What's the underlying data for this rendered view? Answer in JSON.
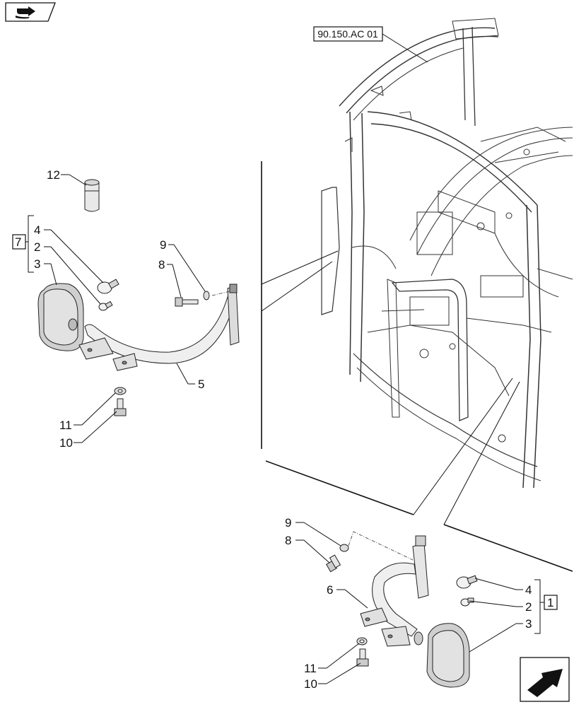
{
  "reference_tag": "90.150.AC 01",
  "callouts": {
    "n1": "1",
    "n2": "2",
    "n3": "3",
    "n4": "4",
    "n5": "5",
    "n6": "6",
    "n7": "7",
    "n8": "8",
    "n9": "9",
    "n10": "10",
    "n11": "11",
    "n12": "12"
  },
  "group_labels": {
    "left": "7",
    "right": "1"
  },
  "icons": {
    "top_left": "book-arrow-icon",
    "bottom_right": "next-page-arrow-icon"
  }
}
